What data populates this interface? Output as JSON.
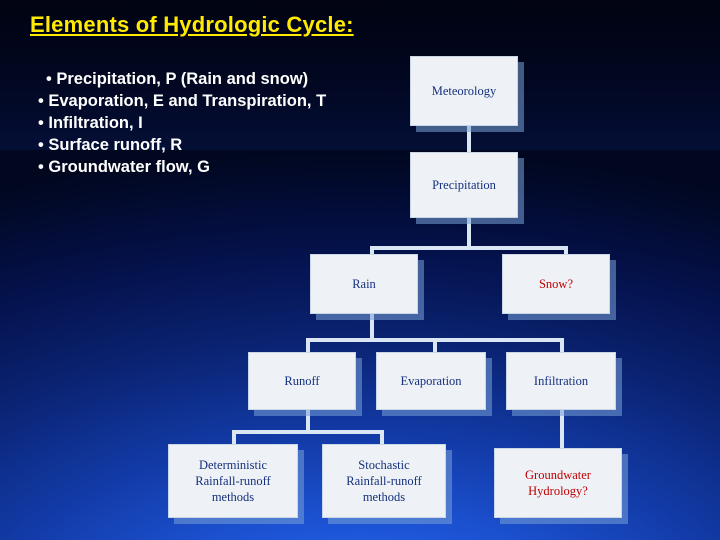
{
  "slide": {
    "title": "Elements of Hydrologic Cycle:",
    "bullets": [
      "• Precipitation, P (Rain and snow)",
      "• Evaporation, E and Transpiration, T",
      "• Infiltration, I",
      "• Surface runoff, R",
      "• Groundwater flow, G"
    ],
    "accent_title_color": "#ffea00",
    "box_text_color": "#15307d",
    "box_highlight_color": "#c00000",
    "boxes": [
      {
        "id": "meteorology",
        "label": "Meteorology"
      },
      {
        "id": "precipitation",
        "label": "Precipitation"
      },
      {
        "id": "rain",
        "label": "Rain"
      },
      {
        "id": "snow",
        "label": "Snow?"
      },
      {
        "id": "runoff",
        "label": "Runoff"
      },
      {
        "id": "evaporation",
        "label": "Evaporation"
      },
      {
        "id": "infiltration",
        "label": "Infiltration"
      },
      {
        "id": "deterministic",
        "line1": "Deterministic",
        "line2": "Rainfall-runoff",
        "line3": "methods"
      },
      {
        "id": "stochastic",
        "line1": "Stochastic",
        "line2": "Rainfall-runoff",
        "line3": "methods"
      },
      {
        "id": "groundwater",
        "line1": "Groundwater",
        "line2": "Hydrology?"
      }
    ]
  }
}
